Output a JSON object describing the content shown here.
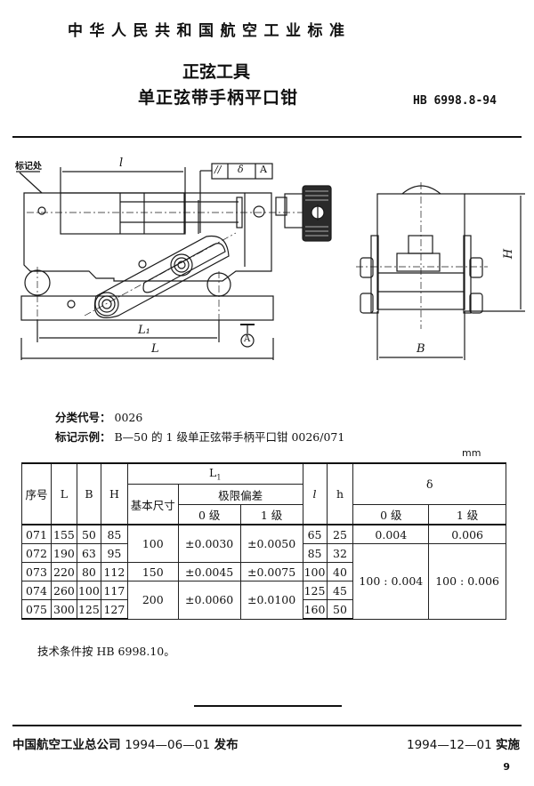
{
  "header": {
    "standard_name": "中华人民共和国航空工业标准",
    "title_line1": "正弦工具",
    "title_line2": "单正弦带手柄平口钳",
    "standard_code": "HB 6998.8-94"
  },
  "drawing": {
    "callout_label": "标记处",
    "dim_l": "l",
    "dim_L1": "L₁",
    "dim_L": "L",
    "dim_H": "H",
    "dim_B": "B",
    "datum_label": "A",
    "tolerance_frame": {
      "symbol": "//",
      "value": "δ",
      "datum": "A"
    }
  },
  "meta": {
    "classification_label": "分类代号：",
    "classification_value": "0026",
    "marking_label": "标记示例：",
    "marking_value": "B—50  的 1 级单正弦带手柄平口钳  0026/071",
    "unit": "mm"
  },
  "table": {
    "headers": {
      "seq": "序号",
      "L": "L",
      "B": "B",
      "H": "H",
      "L1": "L",
      "L1_sub": "1",
      "basic_size": "基本尺寸",
      "limit_dev": "极限偏差",
      "grade0": "0 级",
      "grade1": "1 级",
      "l": "l",
      "h": "h",
      "delta": "δ",
      "delta_grade0": "0 级",
      "delta_grade1": "1 级"
    },
    "rows": [
      {
        "seq": "071",
        "L": "155",
        "B": "50",
        "H": "85",
        "l": "65",
        "h": "25"
      },
      {
        "seq": "072",
        "L": "190",
        "B": "63",
        "H": "95",
        "l": "85",
        "h": "32"
      },
      {
        "seq": "073",
        "L": "220",
        "B": "80",
        "H": "112",
        "l": "100",
        "h": "40"
      },
      {
        "seq": "074",
        "L": "260",
        "B": "100",
        "H": "117",
        "l": "125",
        "h": "45"
      },
      {
        "seq": "075",
        "L": "300",
        "B": "125",
        "H": "127",
        "l": "160",
        "h": "50"
      }
    ],
    "L1_groups": [
      {
        "basic": "100",
        "dev0": "±0.0030",
        "dev1": "±0.0050"
      },
      {
        "basic": "150",
        "dev0": "±0.0045",
        "dev1": "±0.0075"
      },
      {
        "basic": "200",
        "dev0": "±0.0060",
        "dev1": "±0.0100"
      }
    ],
    "delta_first": {
      "grade0": "0.004",
      "grade1": "0.006"
    },
    "delta_rest": {
      "grade0": "100 : 0.004",
      "grade1": "100 : 0.006"
    }
  },
  "notes": {
    "tech_conditions": "技术条件按 HB 6998.10。"
  },
  "footer": {
    "publisher": "中国航空工业总公司",
    "publish_date": "1994—06—01",
    "publish_suffix": "发布",
    "effective_date": "1994—12—01",
    "effective_suffix": "实施",
    "page_number": "9"
  }
}
